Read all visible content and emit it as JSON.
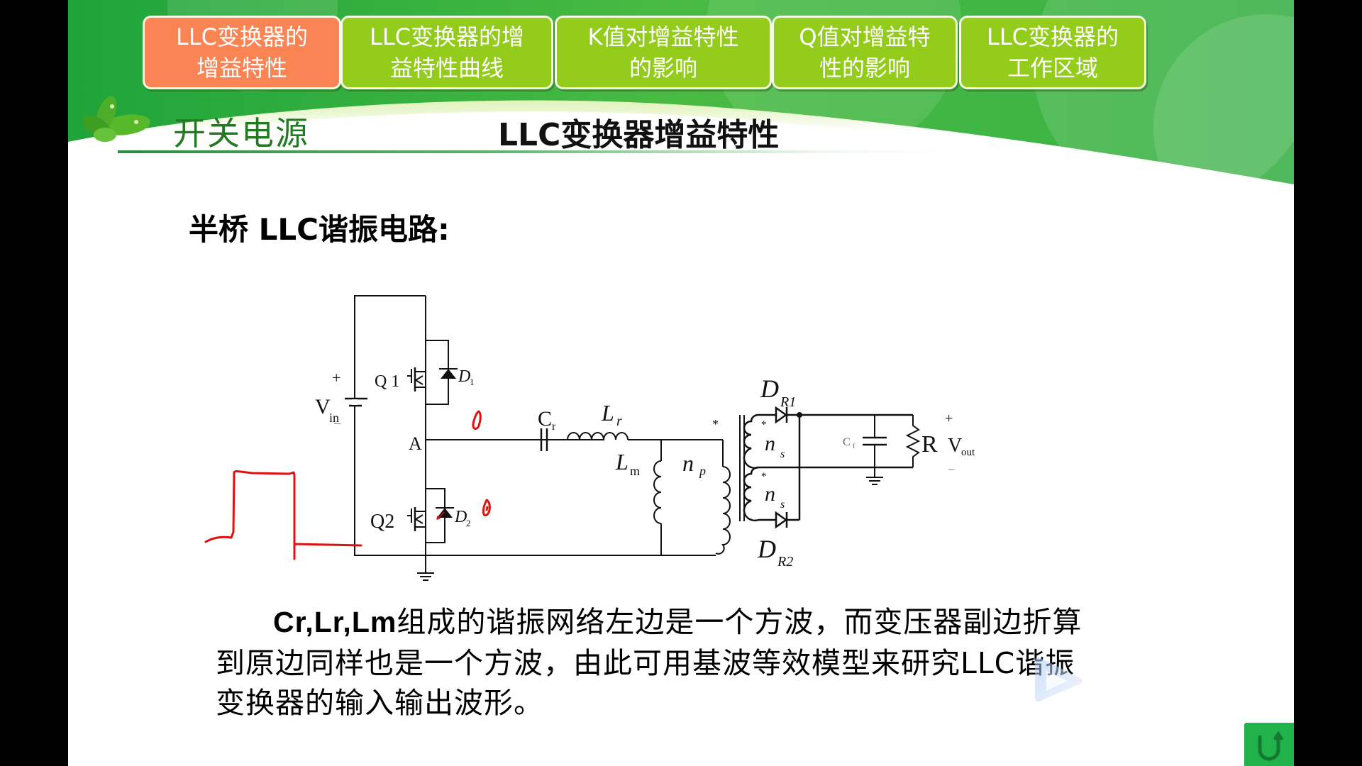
{
  "tabs": [
    {
      "label": "LLC变换器的\n增益特性",
      "active": true
    },
    {
      "label": "LLC变换器的增\n益特性曲线",
      "active": false
    },
    {
      "label": "K值对增益特性\n的影响",
      "active": false
    },
    {
      "label": "Q值对增益特\n性的影响",
      "active": false
    },
    {
      "label": "LLC变换器的\n工作区域",
      "active": false
    }
  ],
  "header": {
    "brand": "开关电源",
    "title": "LLC变换器增益特性"
  },
  "section": {
    "heading": "半桥 LLC谐振电路:"
  },
  "circuit": {
    "labels": {
      "vin": "V",
      "vin_sub": "in",
      "plus": "+",
      "minus": "−",
      "q1": "Q 1",
      "q2": "Q2",
      "d1": "D",
      "d1_sub": "1",
      "d2": "D",
      "d2_sub": "2",
      "node_a": "A",
      "cr": "C",
      "cr_sub": "r",
      "lr": "L",
      "lr_sub": "r",
      "lm": "L",
      "lm_sub": "m",
      "np": "n",
      "np_sub": "p",
      "ns1": "n",
      "ns1_sub": "s",
      "ns2": "n",
      "ns2_sub": "s",
      "dr1": "D",
      "dr1_sub": "R1",
      "dr2": "D",
      "dr2_sub": "R2",
      "cf": "C",
      "cf_sub": "f",
      "r": "R",
      "vout": "V",
      "vout_sub": "out",
      "dot": "*"
    },
    "annotation_color": "#e01010"
  },
  "paragraph": {
    "lead": "Cr,Lr,Lm",
    "line1_rest": "组成的谐振网络左边是一个方波，而变压器副边折算",
    "line2": "到原边同样也是一个方波，由此可用基波等效模型来研究LLC谐振",
    "line3": "变换器的输入输出波形。"
  },
  "colors": {
    "active_tab": "#fb8455",
    "tab": "#93cc1a",
    "brand_green": "#227a22",
    "corner_button": "#22b24c"
  }
}
